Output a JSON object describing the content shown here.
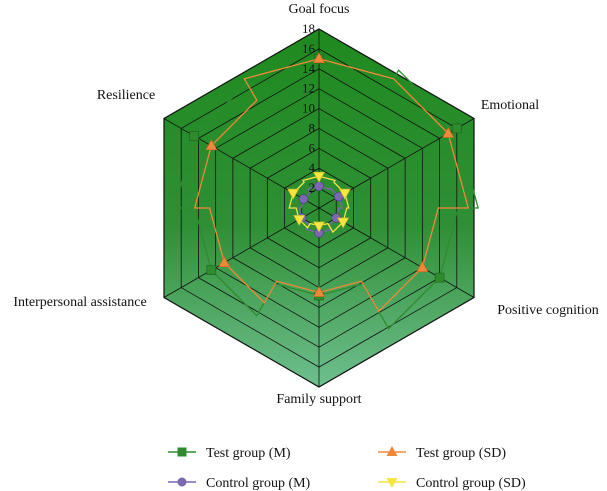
{
  "chart_data": {
    "type": "radar",
    "axes": [
      "Goal focus",
      "Emotional",
      "Positive cognition",
      "Family support",
      "Interpersonal assistance",
      "Resilience"
    ],
    "rlim": [
      0,
      18
    ],
    "ticks": [
      "2",
      "4",
      "6",
      "8",
      "10",
      "12",
      "14",
      "16",
      "18"
    ],
    "grid": true,
    "line_style": "step",
    "series": [
      {
        "name": "Test group (M)",
        "color": "#2e8b2e",
        "marker": "square",
        "values": [
          15,
          16,
          14,
          8.8,
          12.5,
          14.5
        ]
      },
      {
        "name": "Test group (SD)",
        "color": "#f0883a",
        "marker": "triangle-up",
        "values": [
          15,
          15,
          12,
          8.5,
          11,
          12.5
        ]
      },
      {
        "name": "Control group (M)",
        "color": "#7b68b0",
        "marker": "circle",
        "values": [
          2.2,
          2.3,
          2.0,
          2.5,
          2.0,
          1.8
        ]
      },
      {
        "name": "Control group (SD)",
        "color": "#f5e642",
        "marker": "triangle-down",
        "values": [
          3.2,
          3.0,
          2.8,
          1.8,
          2.3,
          3.0
        ]
      }
    ],
    "legend": {
      "placement": "bottom",
      "items": [
        "Test group (M)",
        "Test group (SD)",
        "Control group (M)",
        "Control group (SD)"
      ]
    }
  }
}
